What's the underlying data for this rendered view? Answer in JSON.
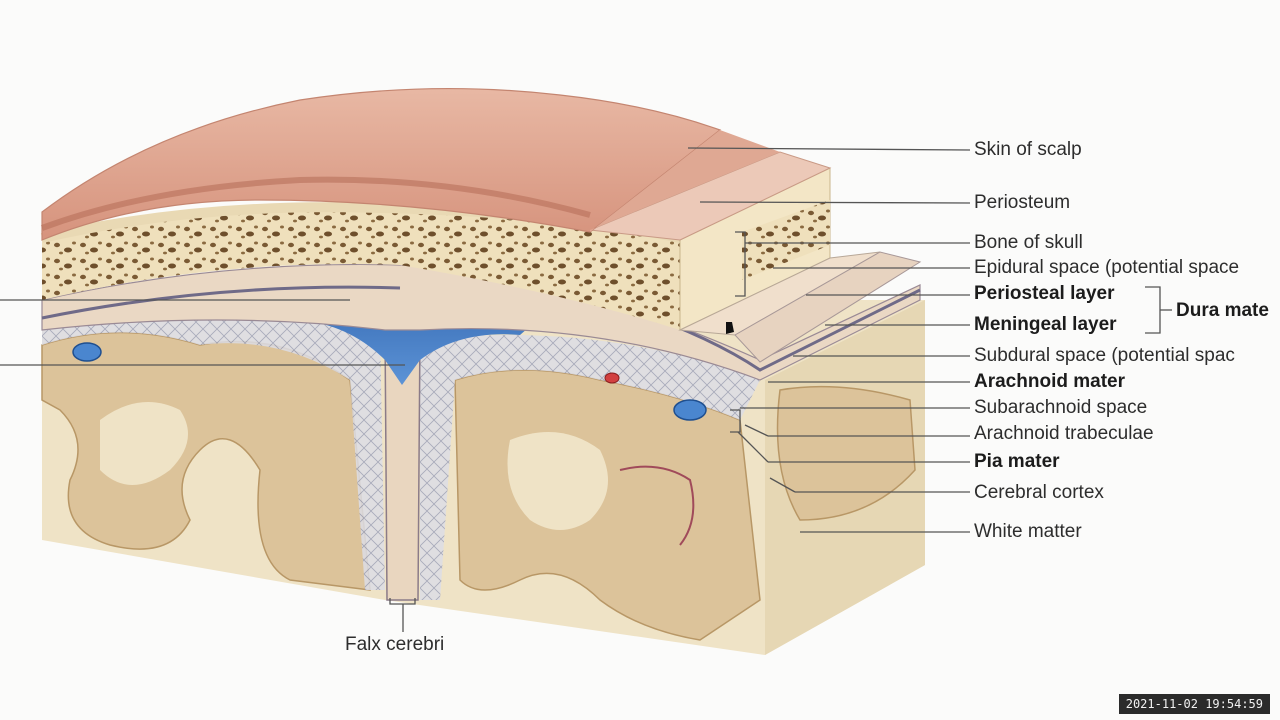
{
  "labels": {
    "skin_of_scalp": "Skin of scalp",
    "periosteum": "Periosteum",
    "bone_of_skull": "Bone of skull",
    "epidural_space": "Epidural space (potential space",
    "periosteal_layer": "Periosteal layer",
    "meningeal_layer": "Meningeal layer",
    "dura_mater": "Dura mate",
    "subdural_space": "Subdural space (potential spac",
    "arachnoid_mater": "Arachnoid mater",
    "subarachnoid_space": "Subarachnoid space",
    "arachnoid_trabeculae": "Arachnoid trabeculae",
    "pia_mater": "Pia mater",
    "cerebral_cortex": "Cerebral cortex",
    "white_matter": "White matter",
    "falx_cerebri": "Falx cerebri"
  },
  "timestamp": "2021-11-02  19:54:59",
  "colors": {
    "skin": "#d99b86",
    "bone": "#efe2c0",
    "dura": "#ead8c4",
    "sinus": "#3f78c2",
    "cortex": "#dcc39a",
    "white_matter": "#ece0c2",
    "leader": "#555555"
  }
}
